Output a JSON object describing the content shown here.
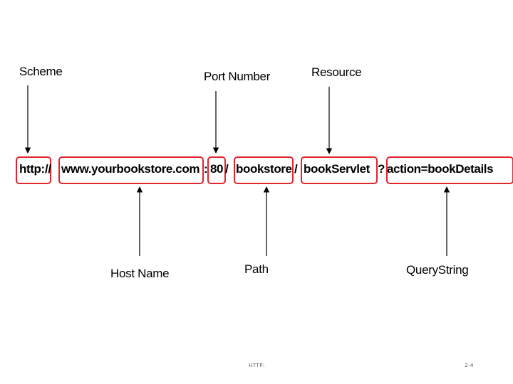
{
  "labels": {
    "scheme": "Scheme",
    "port_number": "Port Number",
    "resource": "Resource",
    "host_name": "Host Name",
    "path": "Path",
    "query_string": "QueryString"
  },
  "url": {
    "scheme": "http:",
    "sep1": "//",
    "host": "www.yourbookstore.com",
    "colon": ":",
    "port": "80",
    "sep2": "/",
    "path": "bookstore",
    "sep3": "/",
    "resource": "bookServlet",
    "question": "?",
    "query": "action=bookDetails"
  },
  "footer": {
    "center": "HTTP:",
    "page": "2-4"
  },
  "colors": {
    "highlight_box": "#e5232a",
    "arrow": "#000000"
  }
}
